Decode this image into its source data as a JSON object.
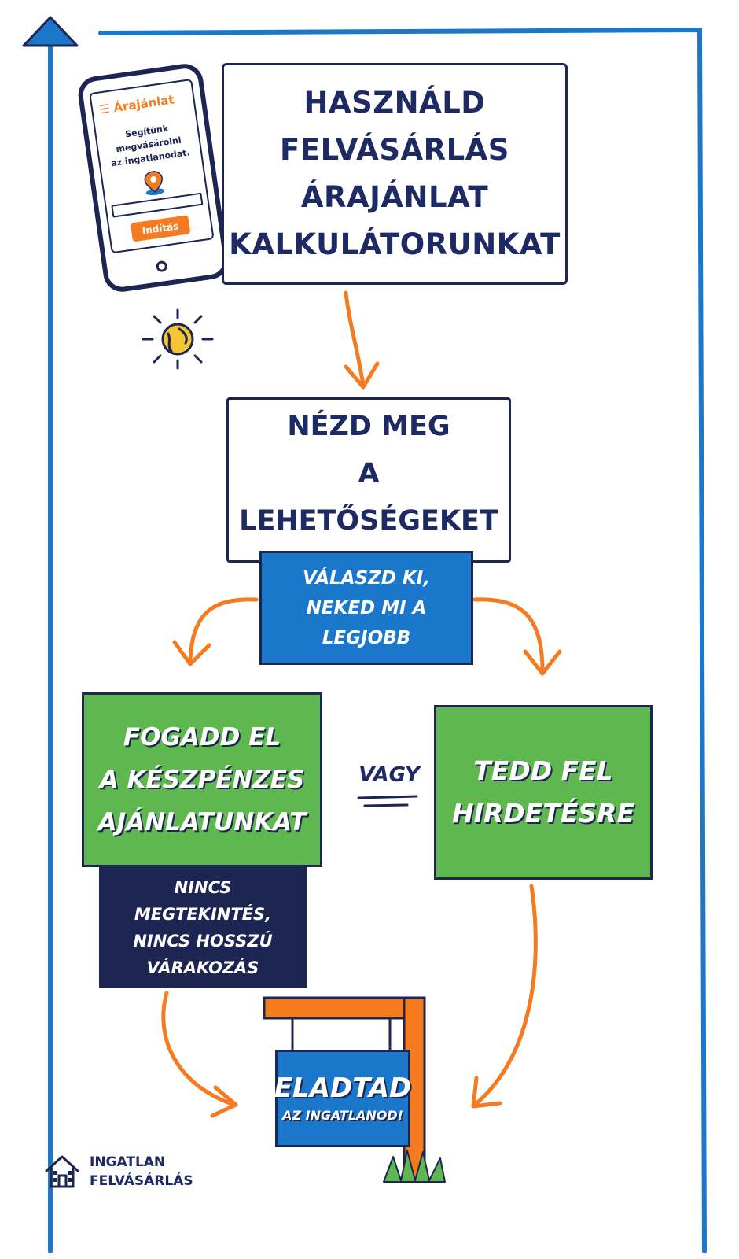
{
  "phone": {
    "app_name": "Árajánlat",
    "tagline_lines": [
      "Segítünk",
      "megvásárolni",
      "az ingatlanodat."
    ],
    "button_label": "Indítás"
  },
  "step1": {
    "title_lines": [
      "Használd",
      "felvásárlás",
      "árajánlat",
      "kalkulátorunkat"
    ]
  },
  "step2": {
    "title_lines": [
      "Nézd meg",
      "a lehetőségeket"
    ]
  },
  "choose": {
    "lines": [
      "Válaszd ki,",
      "neked mi a",
      "legjobb"
    ]
  },
  "option_cash": {
    "lines": [
      "Fogadd el",
      "a készpénzes",
      "ajánlatunkat"
    ],
    "note_lines": [
      "Nincs",
      "megtekintés,",
      "nincs hosszú",
      "várakozás"
    ]
  },
  "separator": "vagy",
  "option_listing": {
    "lines": [
      "Tedd fel",
      "hirdetésre"
    ]
  },
  "result": {
    "title": "Eladtad",
    "subtitle": "az ingatlanod!"
  },
  "logo": {
    "lines": [
      "INGATLAN",
      "FELVÁSÁRLÁS"
    ]
  },
  "colors": {
    "navy": "#1d2552",
    "blue": "#1b77c9",
    "green": "#5fb84f",
    "orange": "#f47b20",
    "sun_yellow": "#f7c531"
  },
  "icons": [
    "menu-icon",
    "location-pin-icon",
    "home-button-icon",
    "sun-icon",
    "house-logo-icon",
    "sign-post-icon",
    "grass-icon"
  ]
}
